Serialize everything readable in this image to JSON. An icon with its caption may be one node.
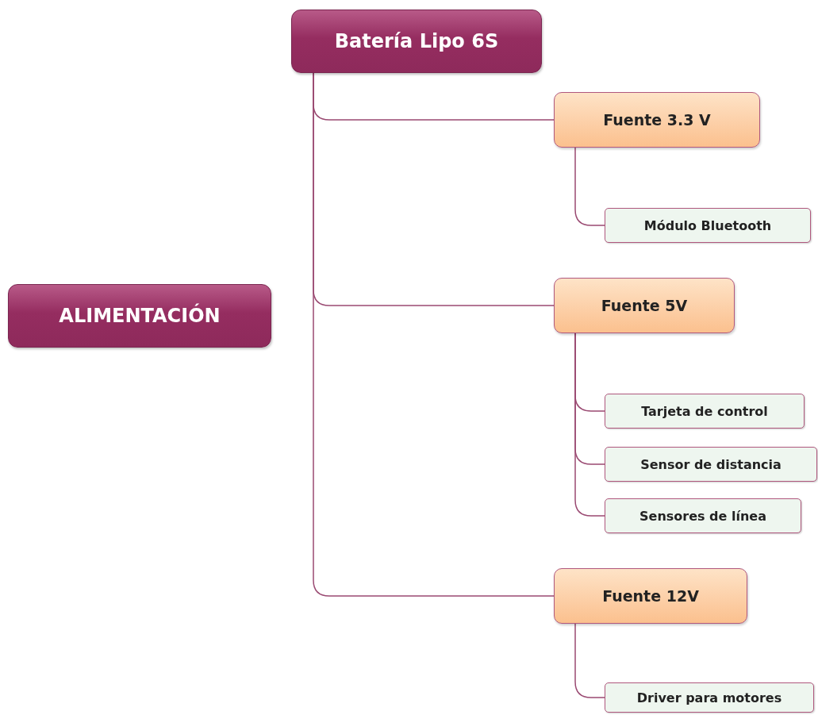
{
  "diagram": {
    "nodes": [
      {
        "text": [
          "ALIMENTACIÓN"
        ]
      },
      {
        "text": [
          "Batería Lipo 6S"
        ]
      },
      {
        "text": [
          "Fuente 3.3 V"
        ]
      },
      {
        "text": [
          "Módulo Bluetooth"
        ]
      },
      {
        "text": [
          "Fuente 5V"
        ]
      },
      {
        "text": [
          "Tarjeta de control"
        ]
      },
      {
        "text": [
          "Sensor de distancia"
        ]
      },
      {
        "text": [
          "Sensores de línea"
        ]
      },
      {
        "text": [
          "Fuente 12V"
        ]
      },
      {
        "text": [
          "Driver para motores"
        ]
      }
    ],
    "edges": [
      {
        "from": 1,
        "to": 2,
        "arrow": "none"
      },
      {
        "from": 2,
        "to": 3,
        "arrow": "none"
      },
      {
        "from": 1,
        "to": 4,
        "arrow": "none"
      },
      {
        "from": 4,
        "to": 5,
        "arrow": "none"
      },
      {
        "from": 4,
        "to": 6,
        "arrow": "none"
      },
      {
        "from": 4,
        "to": 7,
        "arrow": "none"
      },
      {
        "from": 1,
        "to": 8,
        "arrow": "none"
      },
      {
        "from": 8,
        "to": 9,
        "arrow": "none"
      }
    ]
  }
}
